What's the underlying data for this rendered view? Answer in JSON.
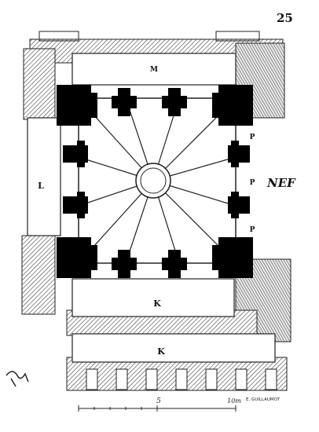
{
  "page_number": "25",
  "rooms": {
    "top": "M",
    "left": "L",
    "lower_bay": "K",
    "bottom_bay": "K",
    "piers": [
      "P",
      "P",
      "P"
    ]
  },
  "side_annotation": "NEF",
  "signature": "E. GUILLAUMOT",
  "scale_bar": {
    "mid_label": "5",
    "end_label": "10m"
  }
}
